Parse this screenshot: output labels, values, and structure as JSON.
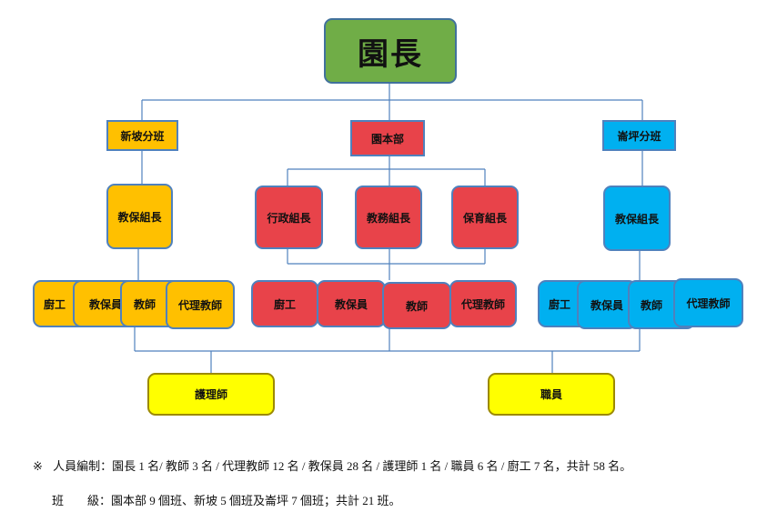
{
  "root": "園長",
  "branches": {
    "xinpo": "新坡分班",
    "main": "園本部",
    "kanping": "崙坪分班"
  },
  "managers": {
    "xinpo_care": "教保組長",
    "admin": "行政組長",
    "academic": "教務組長",
    "care": "保育組長",
    "kanping_care": "教保組長"
  },
  "staff": {
    "xinpo": [
      "廚工",
      "教保員",
      "教師",
      "代理教師"
    ],
    "main": [
      "廚工",
      "教保員",
      "教師",
      "代理教師"
    ],
    "kanping": [
      "廚工",
      "教保員",
      "教師",
      "代理教師"
    ]
  },
  "shared": {
    "nurse": "護理師",
    "clerk": "職員"
  },
  "notes": {
    "mark": "※",
    "personnel": "人員編制：園長 1 名/  教師 3 名  /  代理教師 12 名  /  教保員 28 名  /  護理師 1 名  /  職員 6 名  /  廚工 7 名，共計 58 名。",
    "class_label": "班　　級",
    "classes": "：園本部 9 個班、新坡 5 個班及崙坪 7 個班；共計 21 班。"
  },
  "colors": {
    "line": "#4f81bd",
    "root": "#70ad47",
    "xinpo": "#ffc000",
    "main": "#e8434a",
    "kanping": "#00b0f0",
    "shared": "#ffff00"
  }
}
